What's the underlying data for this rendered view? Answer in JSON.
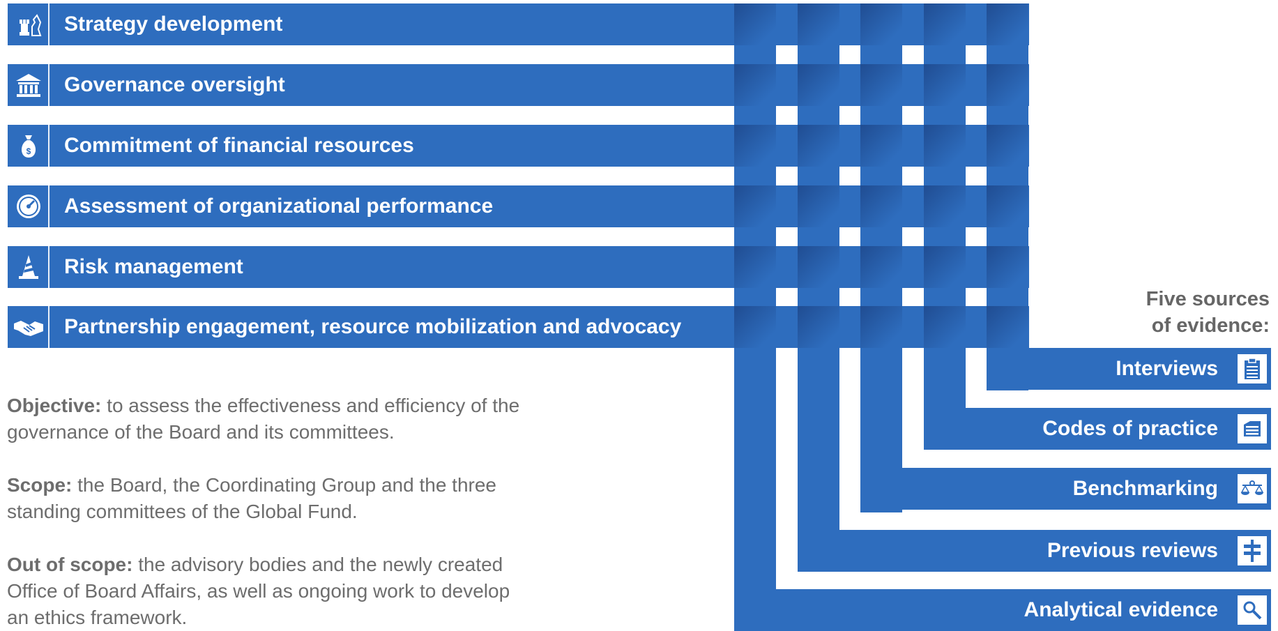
{
  "areas": [
    {
      "label": "Strategy development",
      "icon": "chess-icon"
    },
    {
      "label": "Governance oversight",
      "icon": "institution-icon"
    },
    {
      "label": "Commitment of financial resources",
      "icon": "money-bag-icon"
    },
    {
      "label": "Assessment of organizational performance",
      "icon": "gauge-icon"
    },
    {
      "label": "Risk management",
      "icon": "traffic-cone-icon"
    },
    {
      "label": "Partnership engagement, resource mobilization and advocacy",
      "icon": "handshake-icon"
    }
  ],
  "evidence_heading": {
    "line1": "Five sources",
    "line2": "of evidence:"
  },
  "sources": [
    {
      "label": "Interviews",
      "icon": "clipboard-icon"
    },
    {
      "label": "Codes of practice",
      "icon": "document-lines-icon"
    },
    {
      "label": "Benchmarking",
      "icon": "scales-icon"
    },
    {
      "label": "Previous reviews",
      "icon": "signpost-icon"
    },
    {
      "label": "Analytical evidence",
      "icon": "magnifier-icon"
    }
  ],
  "objective": {
    "title": "Objective:",
    "text": " to assess the effectiveness and efficiency of the governance of the Board and its committees."
  },
  "scope": {
    "title": "Scope:",
    "text": " the Board, the Coordinating Group and the three standing committees of the Global Fund."
  },
  "out_of_scope": {
    "title": "Out of scope:",
    "text": " the advisory bodies and the newly created Office of Board Affairs, as well as ongoing work to develop an ethics framework."
  },
  "colors": {
    "primary": "#2e6dbe",
    "text_gray": "#6d6d6d",
    "white": "#ffffff"
  }
}
